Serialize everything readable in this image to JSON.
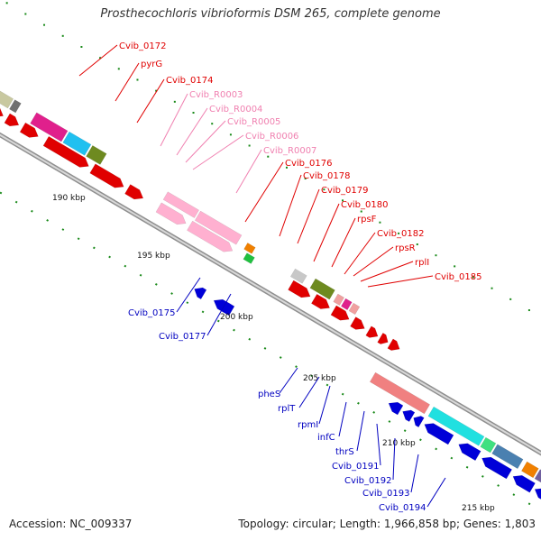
{
  "title": "Prosthecochloris vibrioformis DSM 265, complete genome",
  "footer": {
    "accession": "Accession: NC_009337",
    "stats": "Topology: circular; Length: 1,966,858 bp; Genes: 1,803"
  },
  "kbp_ticks": [
    {
      "label": "190 kbp"
    },
    {
      "label": "195 kbp"
    },
    {
      "label": "200 kbp"
    },
    {
      "label": "205 kbp"
    },
    {
      "label": "210 kbp"
    },
    {
      "label": "215 kbp"
    }
  ],
  "gene_labels_forward": [
    {
      "text": "Cvib_0172",
      "color": "#e00000"
    },
    {
      "text": "pyrG",
      "color": "#e00000"
    },
    {
      "text": "Cvib_0174",
      "color": "#e00000"
    },
    {
      "text": "Cvib_R0003",
      "color": "#f080b0"
    },
    {
      "text": "Cvib_R0004",
      "color": "#f080b0"
    },
    {
      "text": "Cvib_R0005",
      "color": "#f080b0"
    },
    {
      "text": "Cvib_R0006",
      "color": "#f080b0"
    },
    {
      "text": "Cvib_R0007",
      "color": "#f080b0"
    },
    {
      "text": "Cvib_0176",
      "color": "#e00000"
    },
    {
      "text": "Cvib_0178",
      "color": "#e00000"
    },
    {
      "text": "Cvib_0179",
      "color": "#e00000"
    },
    {
      "text": "Cvib_0180",
      "color": "#e00000"
    },
    {
      "text": "rpsF",
      "color": "#e00000"
    },
    {
      "text": "Cvib_0182",
      "color": "#e00000"
    },
    {
      "text": "rpsR",
      "color": "#e00000"
    },
    {
      "text": "rplI",
      "color": "#e00000"
    },
    {
      "text": "Cvib_0185",
      "color": "#e00000"
    }
  ],
  "gene_labels_reverse": [
    {
      "text": "Cvib_0175",
      "color": "#0000c0"
    },
    {
      "text": "Cvib_0177",
      "color": "#0000c0"
    },
    {
      "text": "pheS",
      "color": "#0000c0"
    },
    {
      "text": "rplT",
      "color": "#0000c0"
    },
    {
      "text": "rpmI",
      "color": "#0000c0"
    },
    {
      "text": "infC",
      "color": "#0000c0"
    },
    {
      "text": "thrS",
      "color": "#0000c0"
    },
    {
      "text": "Cvib_0191",
      "color": "#0000c0"
    },
    {
      "text": "Cvib_0192",
      "color": "#0000c0"
    },
    {
      "text": "Cvib_0193",
      "color": "#0000c0"
    },
    {
      "text": "Cvib_0194",
      "color": "#0000c0"
    }
  ]
}
